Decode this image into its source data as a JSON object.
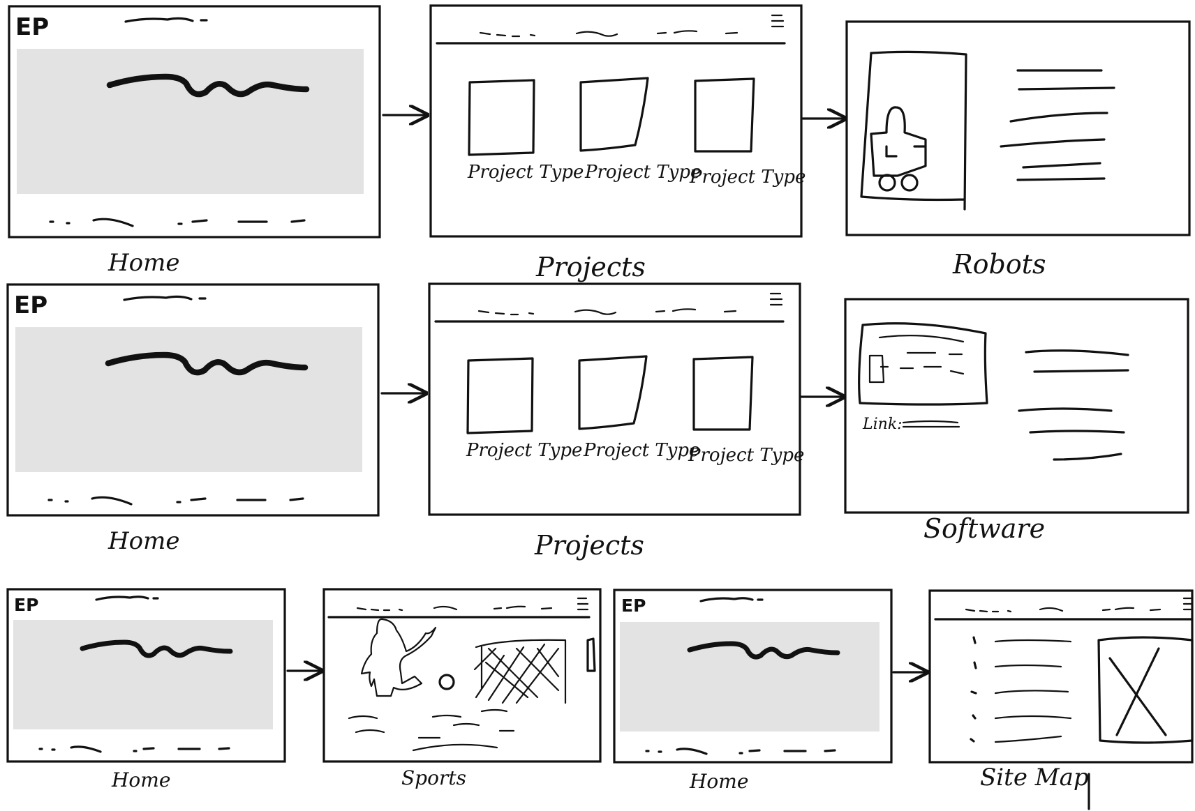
{
  "pages": {
    "home": "Home",
    "projects": "Projects",
    "robots": "Robots",
    "software": "Software",
    "sports": "Sports",
    "site_map": "Site Map"
  },
  "logo_text": "EP",
  "card_caption": "Project Type",
  "link_label": "Link:",
  "colors": {
    "ink": "#111111",
    "hero": "#e3e3e3",
    "paper": "#ffffff"
  }
}
